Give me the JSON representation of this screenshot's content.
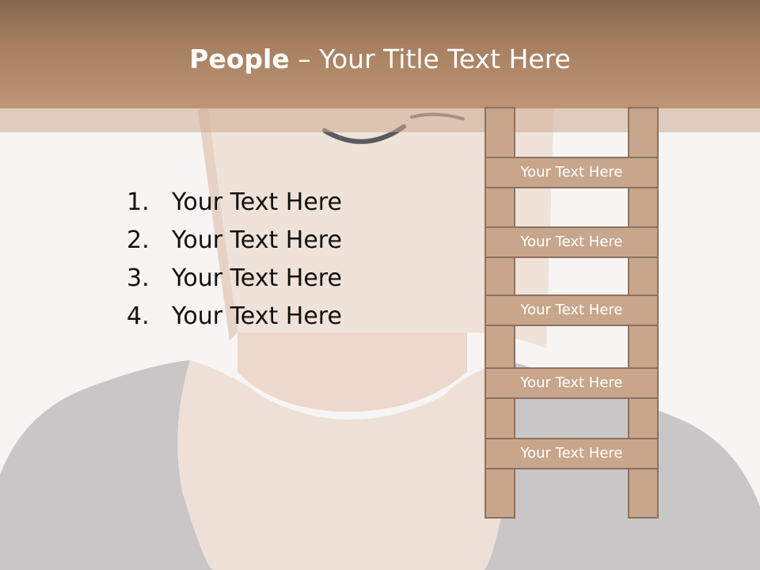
{
  "slide": {
    "title_bold": "People",
    "title_rest": " – Your Title Text Here"
  },
  "list": {
    "items": [
      {
        "number": "1.",
        "text": "Your Text Here"
      },
      {
        "number": "2.",
        "text": "Your Text Here"
      },
      {
        "number": "3.",
        "text": "Your Text Here"
      },
      {
        "number": "4.",
        "text": "Your Text Here"
      }
    ]
  },
  "ladder": {
    "rungs": [
      "Your Text Here",
      "Your Text Here",
      "Your Text Here",
      "Your Text Here",
      "Your Text Here"
    ]
  },
  "colors": {
    "title_band": "#a57f60",
    "ladder_fill": "#c8a68c",
    "ladder_border": "#8e7160",
    "title_text": "#ffffff",
    "body_text": "#111111"
  }
}
